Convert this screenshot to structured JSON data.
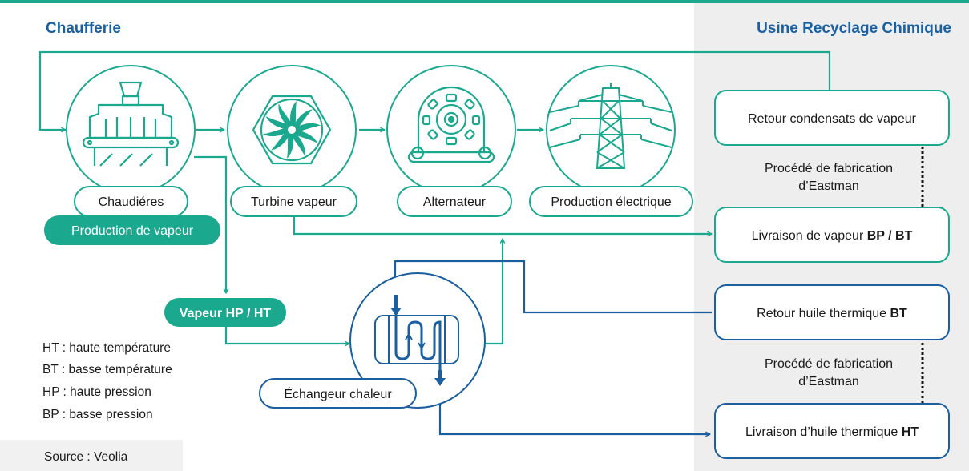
{
  "sections": {
    "left_title": "Chaufferie",
    "right_title": "Usine Recyclage Chimique"
  },
  "nodes": {
    "chaudieres": "Chaudiéres",
    "production_vapeur": "Production de vapeur",
    "turbine": "Turbine vapeur",
    "alternateur": "Alternateur",
    "production_electrique": "Production électrique",
    "vapeur_hp_ht": "Vapeur HP / HT",
    "echangeur": "Échangeur chaleur"
  },
  "right_boxes": {
    "retour_condensats": "Retour condensats de vapeur",
    "livraison_vapeur": "Livraison de vapeur ",
    "livraison_vapeur_bold": "BP / BT",
    "retour_huile": "Retour huile thermique ",
    "retour_huile_bold": "BT",
    "livraison_huile": "Livraison d’huile thermique ",
    "livraison_huile_bold": "HT"
  },
  "process_labels": {
    "line1": "Procédé de fabrication",
    "line2": "d’Eastman"
  },
  "legend": [
    "HT : haute température",
    "BT : basse température",
    "HP : haute pression",
    "BP : basse pression"
  ],
  "source": "Source : Veolia",
  "colors": {
    "teal": "#1aa88f",
    "blue": "#1a5fa0",
    "panel_gray": "#eeeeee",
    "source_gray": "#f1f1f1"
  },
  "icons": [
    "boiler-icon",
    "turbine-fan-icon",
    "alternator-icon",
    "power-pylon-icon",
    "heat-exchanger-icon"
  ]
}
